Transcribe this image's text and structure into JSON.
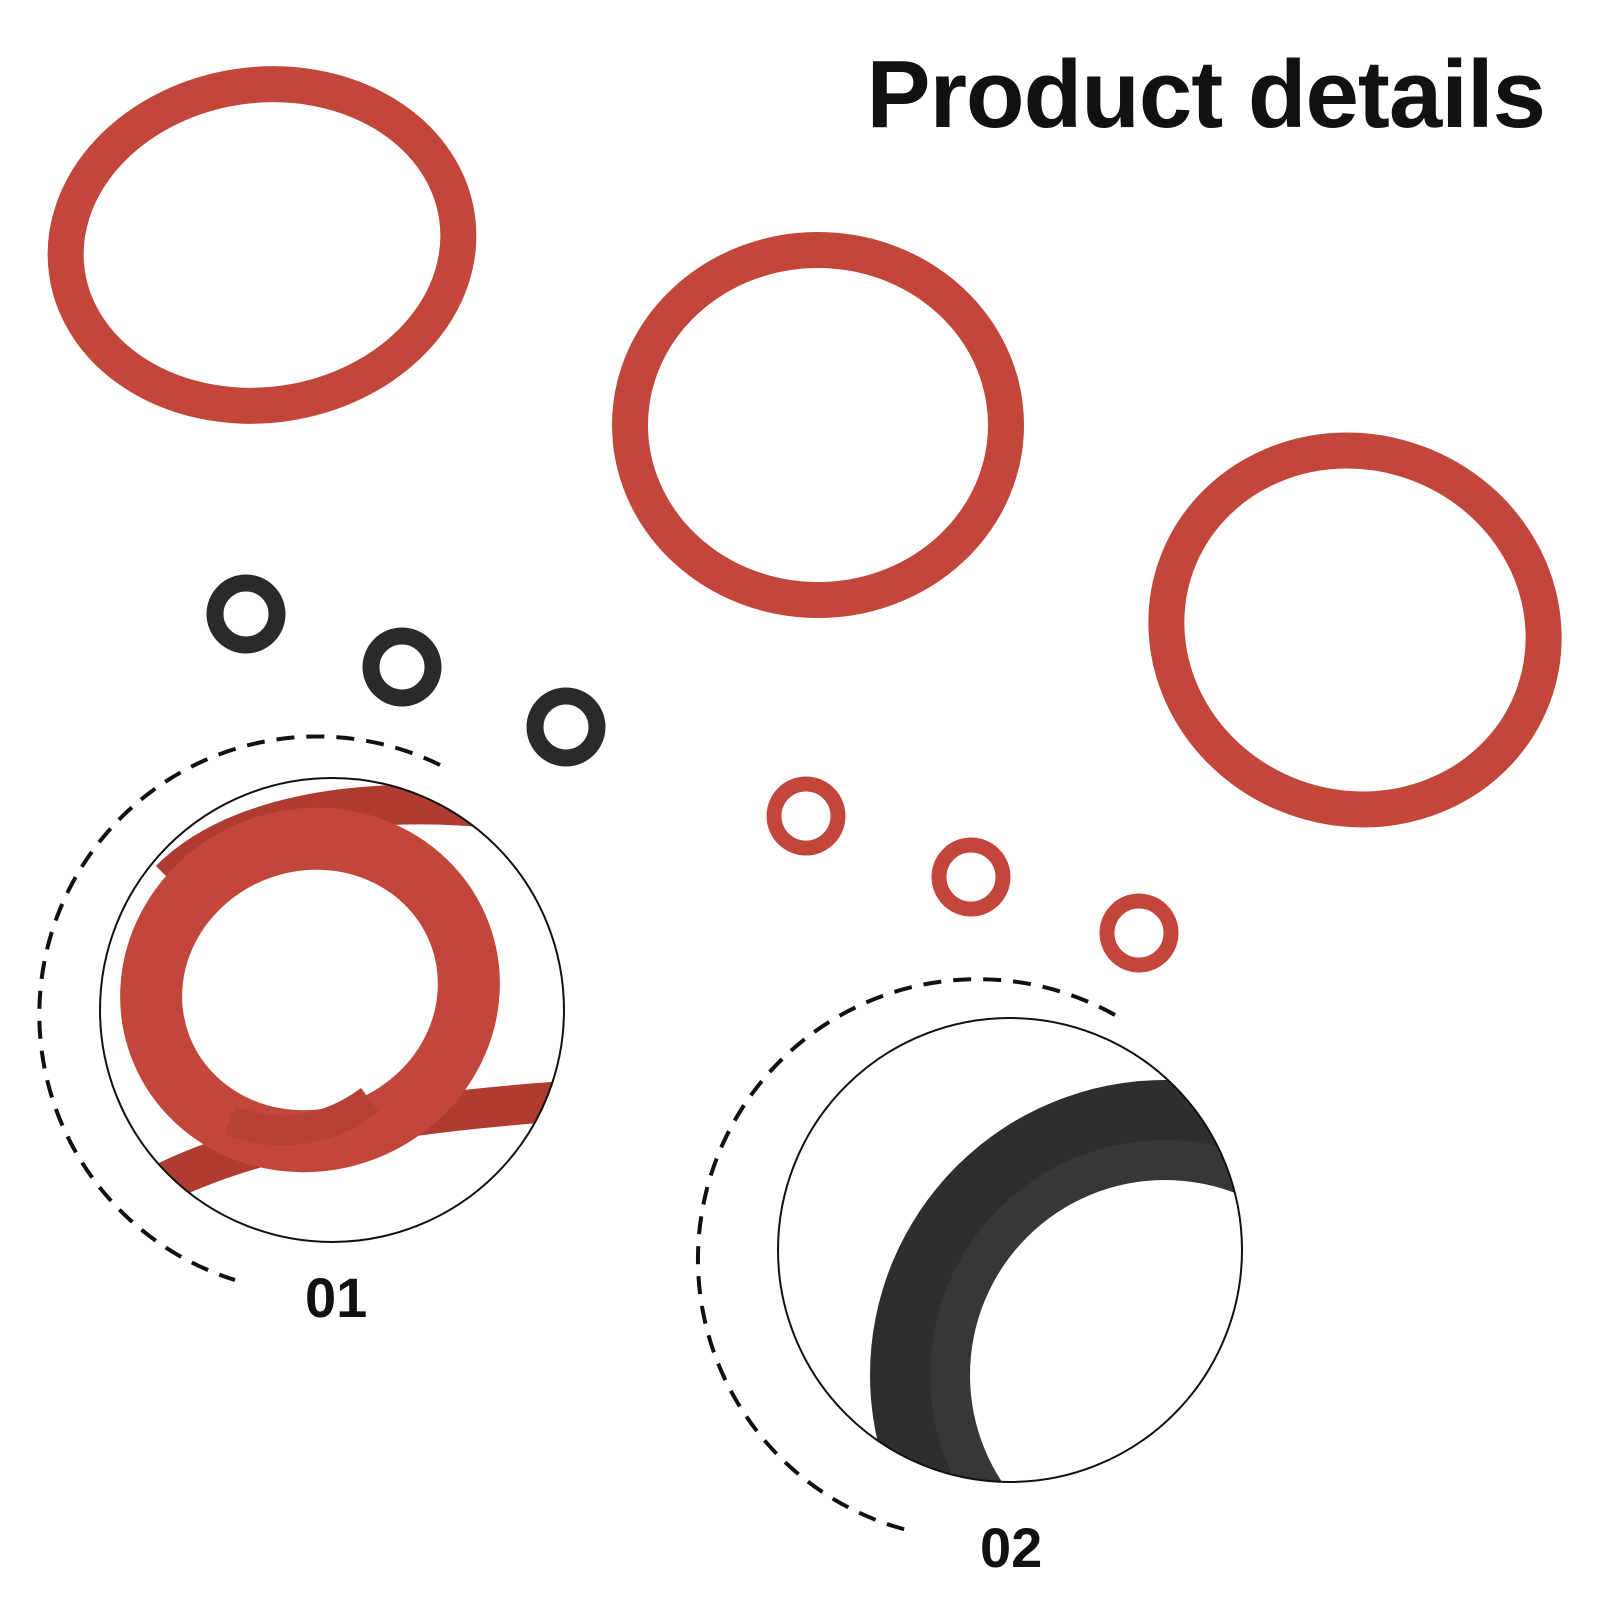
{
  "header": {
    "title": "Product details"
  },
  "callouts": [
    {
      "label": "01"
    },
    {
      "label": "02"
    }
  ],
  "colors": {
    "red_ring": "#c3463a",
    "red_ring_dark": "#a8362c",
    "black_ring": "#2a2a2a",
    "dashed": "#111111",
    "text": "#111111"
  },
  "icons": {
    "large_rings": "red-o-ring-icon",
    "small_black_rings": "black-o-ring-icon",
    "small_red_rings": "red-o-ring-icon"
  }
}
